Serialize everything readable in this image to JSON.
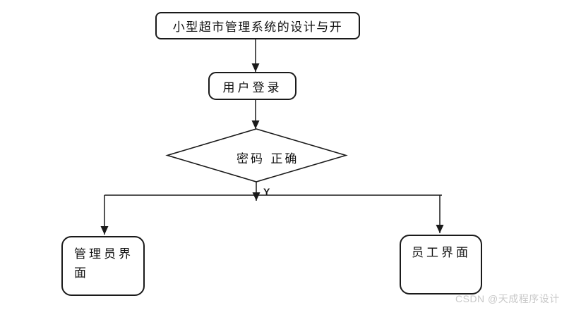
{
  "canvas": {
    "background": "#ffffff"
  },
  "colors": {
    "line": "#1a1a1a",
    "shape_fill": "#ffffff",
    "watermark": "#c8c8c8"
  },
  "flowchart": {
    "title_box": {
      "label": "小型超市管理系统的设计与开"
    },
    "login_box": {
      "label": "用户登录"
    },
    "decision_diamond": {
      "label": "密码 正确",
      "branch_label": "Y"
    },
    "admin_box": {
      "label": "管理员界面"
    },
    "staff_box": {
      "label": "员工界面"
    }
  },
  "watermark": {
    "text": "CSDN @天成程序设计"
  }
}
